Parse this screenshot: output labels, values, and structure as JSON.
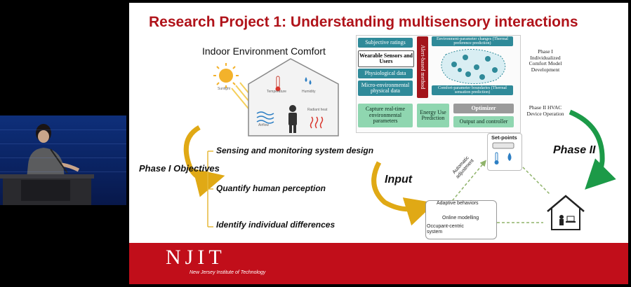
{
  "slide": {
    "title": "Research Project 1: Understanding multisensory interactions",
    "house": {
      "heading": "Indoor Environment Comfort",
      "labels": {
        "sunlight": "Sunlight",
        "temperature": "Temperature",
        "humidity": "Humidity",
        "airflow": "Airflow",
        "radiant_heat": "Radiant heat"
      }
    },
    "framework": {
      "inputs": [
        "Subjective ratings",
        "Wearable Sensors and Users",
        "Physiological data",
        "Micro-environmental physical data"
      ],
      "method": "Alert-based method",
      "top_caption": "Environment-parameter changes (Thermal preference prediction)",
      "bottom_caption": "Comfort-parameter boundaries (Thermal sensation prediction)",
      "phase1_label": "Phase I Individualized Comfort Model Development",
      "capture": "Capture real-time environmental parameters",
      "energy": "Energy Use Prediction",
      "optimizer": "Optimizer",
      "output": "Output and controller",
      "phase2_label": "Phase II HVAC Device Operation"
    },
    "objectives": {
      "heading": "Phase I Objectives",
      "items": [
        "Sensing and monitoring system design",
        "Quantify human perception",
        "Identify individual differences"
      ]
    },
    "input_label": "Input",
    "adjustment": "Automatic adjustment",
    "setpoints": "Set-points",
    "phase2": "Phase II",
    "adaptive": {
      "items": [
        "Adaptive behaviors",
        "Online modelling",
        "Occupant-centric system"
      ]
    },
    "footer": {
      "logo": "NJIT",
      "subtitle": "New Jersey Institute of Technology"
    }
  },
  "colors": {
    "title_red": "#b0131a",
    "footer_red": "#c10e1a",
    "teal": "#2f8a99",
    "mint": "#8fd6b0",
    "gold_arrow": "#e0a915",
    "green_arrow": "#1c9a48"
  }
}
